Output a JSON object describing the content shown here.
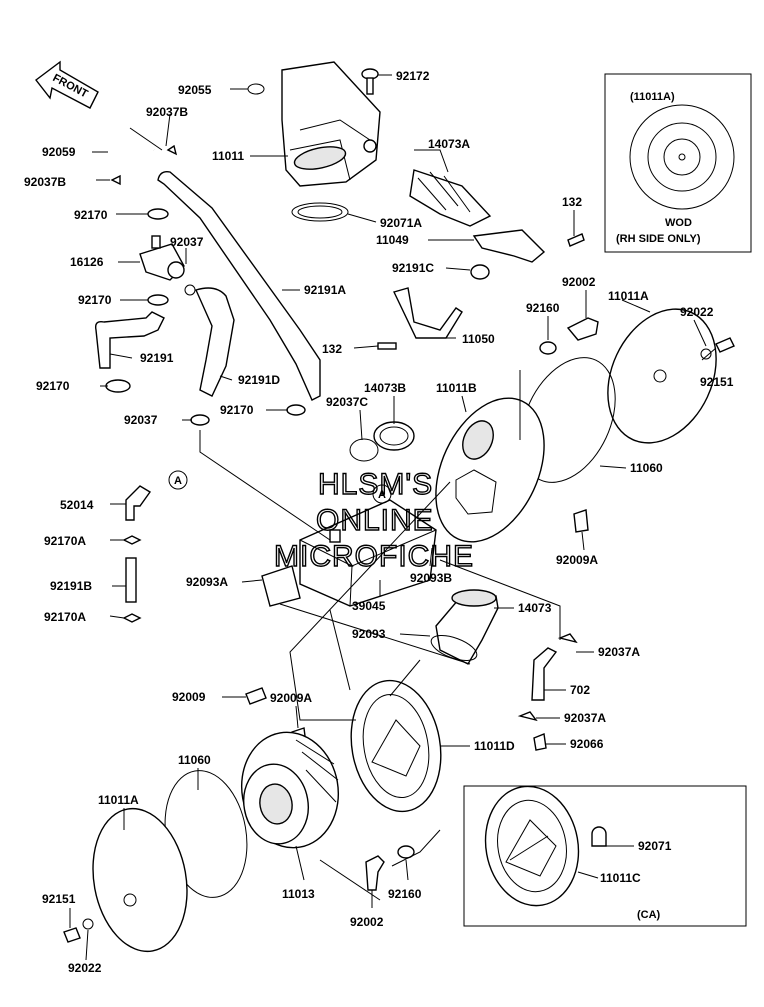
{
  "front_arrow": "FRONT",
  "inset_top": {
    "title": "(11011A)",
    "note_line1": "WOD",
    "note_line2": "(RH SIDE ONLY)"
  },
  "inset_bottom": {
    "title": "(CA)"
  },
  "watermark": [
    "HLSM'S",
    "ONLINE",
    "MICROFICHE"
  ],
  "callout_marker": "A",
  "parts": [
    "92055",
    "92172",
    "92037B",
    "92059",
    "11011",
    "14073A",
    "92037B",
    "92071A",
    "132",
    "92170",
    "11049",
    "92037",
    "16126",
    "92191C",
    "92002",
    "92170",
    "92191A",
    "92160",
    "11011A",
    "92022",
    "132",
    "11050",
    "92151",
    "92191",
    "92170",
    "92191D",
    "92037C",
    "14073B",
    "11011B",
    "92037",
    "92170",
    "11060",
    "52014",
    "92009A",
    "92170A",
    "92093B",
    "92093A",
    "92191B",
    "39045",
    "14073",
    "92170A",
    "92093",
    "92037A",
    "702",
    "92009",
    "92009A",
    "92037A",
    "11011D",
    "92066",
    "11060",
    "11011A",
    "92071",
    "11011C",
    "11013",
    "92151",
    "92160",
    "92002",
    "92022"
  ]
}
